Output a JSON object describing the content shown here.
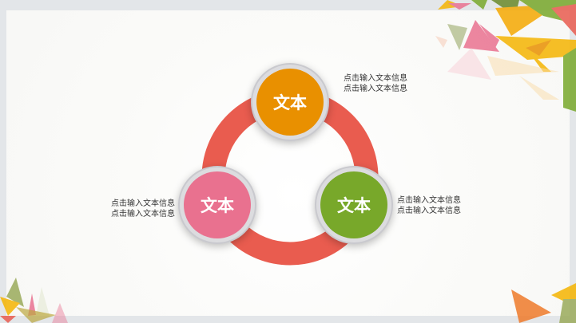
{
  "colors": {
    "ring": "#e95c4f",
    "orange": "#e99000",
    "pink": "#e9718f",
    "green": "#78a82a"
  },
  "nodes": [
    {
      "label": "文本",
      "color": "#e99000",
      "desc": [
        "点击输入文本信息",
        "点击输入文本信息"
      ]
    },
    {
      "label": "文本",
      "color": "#e9718f",
      "desc": [
        "点击输入文本信息",
        "点击输入文本信息"
      ]
    },
    {
      "label": "文本",
      "color": "#78a82a",
      "desc": [
        "点击输入文本信息",
        "点击输入文本信息"
      ]
    }
  ]
}
